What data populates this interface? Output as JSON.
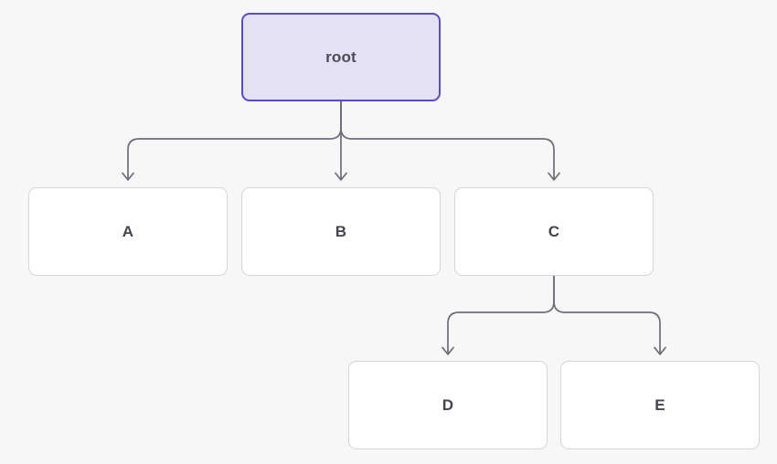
{
  "diagram": {
    "type": "tree",
    "background": "#f7f7f8",
    "nodes": {
      "root": {
        "label": "root",
        "variant": "highlighted"
      },
      "a": {
        "label": "A",
        "variant": "default"
      },
      "b": {
        "label": "B",
        "variant": "default"
      },
      "c": {
        "label": "C",
        "variant": "default"
      },
      "d": {
        "label": "D",
        "variant": "default"
      },
      "e": {
        "label": "E",
        "variant": "default"
      }
    },
    "edges": [
      {
        "from": "root",
        "to": "A"
      },
      {
        "from": "root",
        "to": "B"
      },
      {
        "from": "root",
        "to": "C"
      },
      {
        "from": "C",
        "to": "D"
      },
      {
        "from": "C",
        "to": "E"
      }
    ]
  },
  "colors": {
    "connector": "#6f6c7a",
    "root_fill": "#e4e1f5",
    "root_border": "#5a4bc8",
    "node_fill": "#ffffff",
    "node_border": "#d6d4dc",
    "label_text": "#45434e"
  }
}
